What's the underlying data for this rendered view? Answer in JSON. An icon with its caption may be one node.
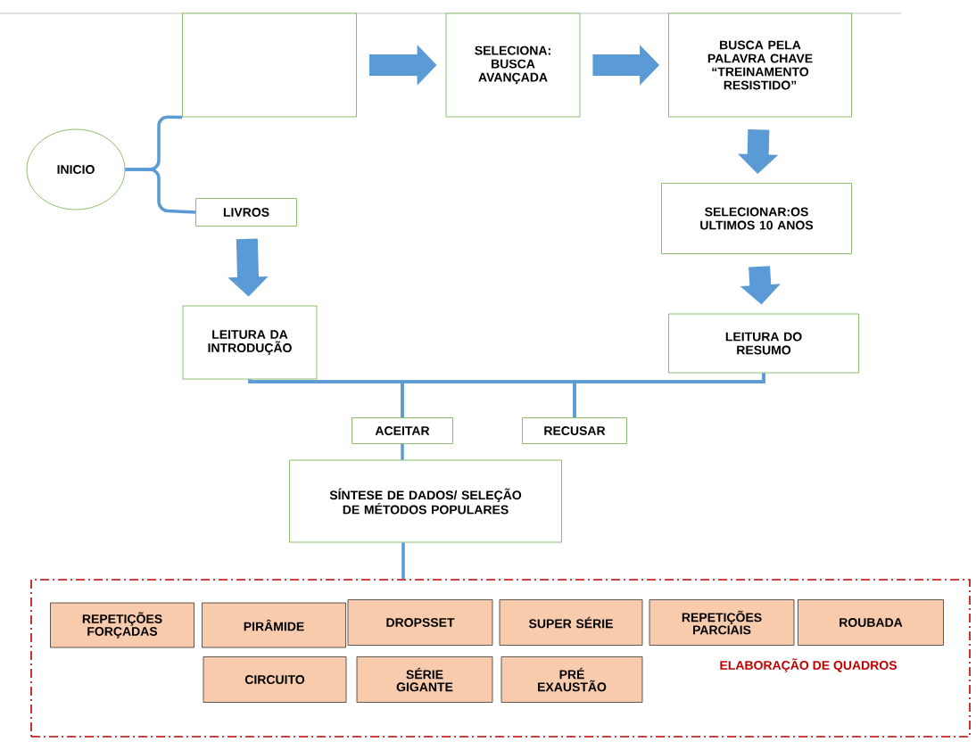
{
  "diagram": {
    "nodes": [
      {
        "text": [
          "INICIO"
        ]
      },
      {
        "text": [],
        "shape": "box"
      },
      {
        "text": [
          "SELECIONA: BUSCA AVANÇADA"
        ]
      },
      {
        "text": [
          "BUSCA PELA PALAVRA CHAVE “TREINAMENTO RESISTIDO”"
        ]
      },
      {
        "text": [
          "LIVROS"
        ]
      },
      {
        "text": [
          "SELECIONAR:OS ULTIMOS 10 ANOS"
        ]
      },
      {
        "text": [
          "LEITURA DA INTRODUÇÃO"
        ]
      },
      {
        "text": [
          "LEITURA DO RESUMO"
        ]
      },
      {
        "text": [
          "ACEITAR"
        ]
      },
      {
        "text": [
          "RECUSAR"
        ]
      },
      {
        "text": [
          "SÍNTESE DE DADOS/ SELEÇÃO DE MÉTODOS POPULARES"
        ]
      },
      {
        "text": [
          "ELABORAÇÃO DE QUADROS"
        ]
      },
      {
        "text": [
          "REPETIÇÕES FORÇADAS"
        ],
        "in": 11
      },
      {
        "text": [
          "PIRÂMIDE"
        ],
        "in": 11
      },
      {
        "text": [
          "DROPSSET"
        ],
        "in": 11
      },
      {
        "text": [
          "SUPER SÉRIE"
        ],
        "in": 11
      },
      {
        "text": [
          "REPETIÇÕES PARCIAIS"
        ],
        "in": 11
      },
      {
        "text": [
          "ROUBADA"
        ],
        "in": 11
      },
      {
        "text": [
          "CIRCUITO"
        ],
        "in": 11
      },
      {
        "text": [
          "SÉRIE GIGANTE"
        ],
        "in": 11
      },
      {
        "text": [
          "PRÉ EXAUSTÃO"
        ],
        "in": 11
      }
    ],
    "edges": [
      {
        "from": 0,
        "to": 1,
        "arrow": "none"
      },
      {
        "from": 0,
        "to": 4,
        "arrow": "none"
      },
      {
        "from": 1,
        "to": 2,
        "arrow": "to",
        "style": "thick"
      },
      {
        "from": 2,
        "to": 3,
        "arrow": "to",
        "style": "thick"
      },
      {
        "from": 3,
        "to": 5,
        "arrow": "to",
        "style": "thick"
      },
      {
        "from": 5,
        "to": 7,
        "arrow": "to",
        "style": "thick"
      },
      {
        "from": 4,
        "to": 6,
        "arrow": "to",
        "style": "thick"
      },
      {
        "from": 6,
        "to": 8,
        "arrow": "none"
      },
      {
        "from": 7,
        "to": 8,
        "arrow": "none"
      },
      {
        "from": 6,
        "to": 9,
        "arrow": "none"
      },
      {
        "from": 7,
        "to": 9,
        "arrow": "none"
      },
      {
        "from": 8,
        "to": 10,
        "arrow": "none"
      },
      {
        "from": 10,
        "to": 11,
        "arrow": "none"
      }
    ]
  }
}
